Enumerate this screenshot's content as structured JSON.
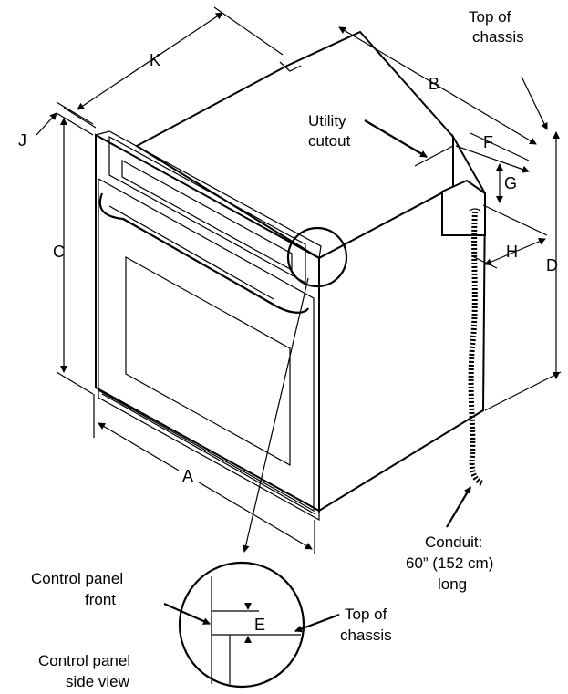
{
  "dimension_letters": {
    "a": "A",
    "b": "B",
    "c": "C",
    "d": "D",
    "e": "E",
    "f": "F",
    "g": "G",
    "h": "H",
    "j": "J",
    "k": "K"
  },
  "callouts": {
    "top_of_chassis_line1": "Top of",
    "top_of_chassis_line2": "chassis",
    "utility_cutout_line1": "Utility",
    "utility_cutout_line2": "cutout",
    "conduit_line1": "Conduit:",
    "conduit_line2": "60” (152 cm)",
    "conduit_line3": "long"
  },
  "detail": {
    "control_panel_front_line1": "Control panel",
    "control_panel_front_line2": "front",
    "control_panel_side_line1": "Control panel",
    "control_panel_side_line2": "side view",
    "top_of_chassis_line1": "Top of",
    "top_of_chassis_line2": "chassis"
  }
}
